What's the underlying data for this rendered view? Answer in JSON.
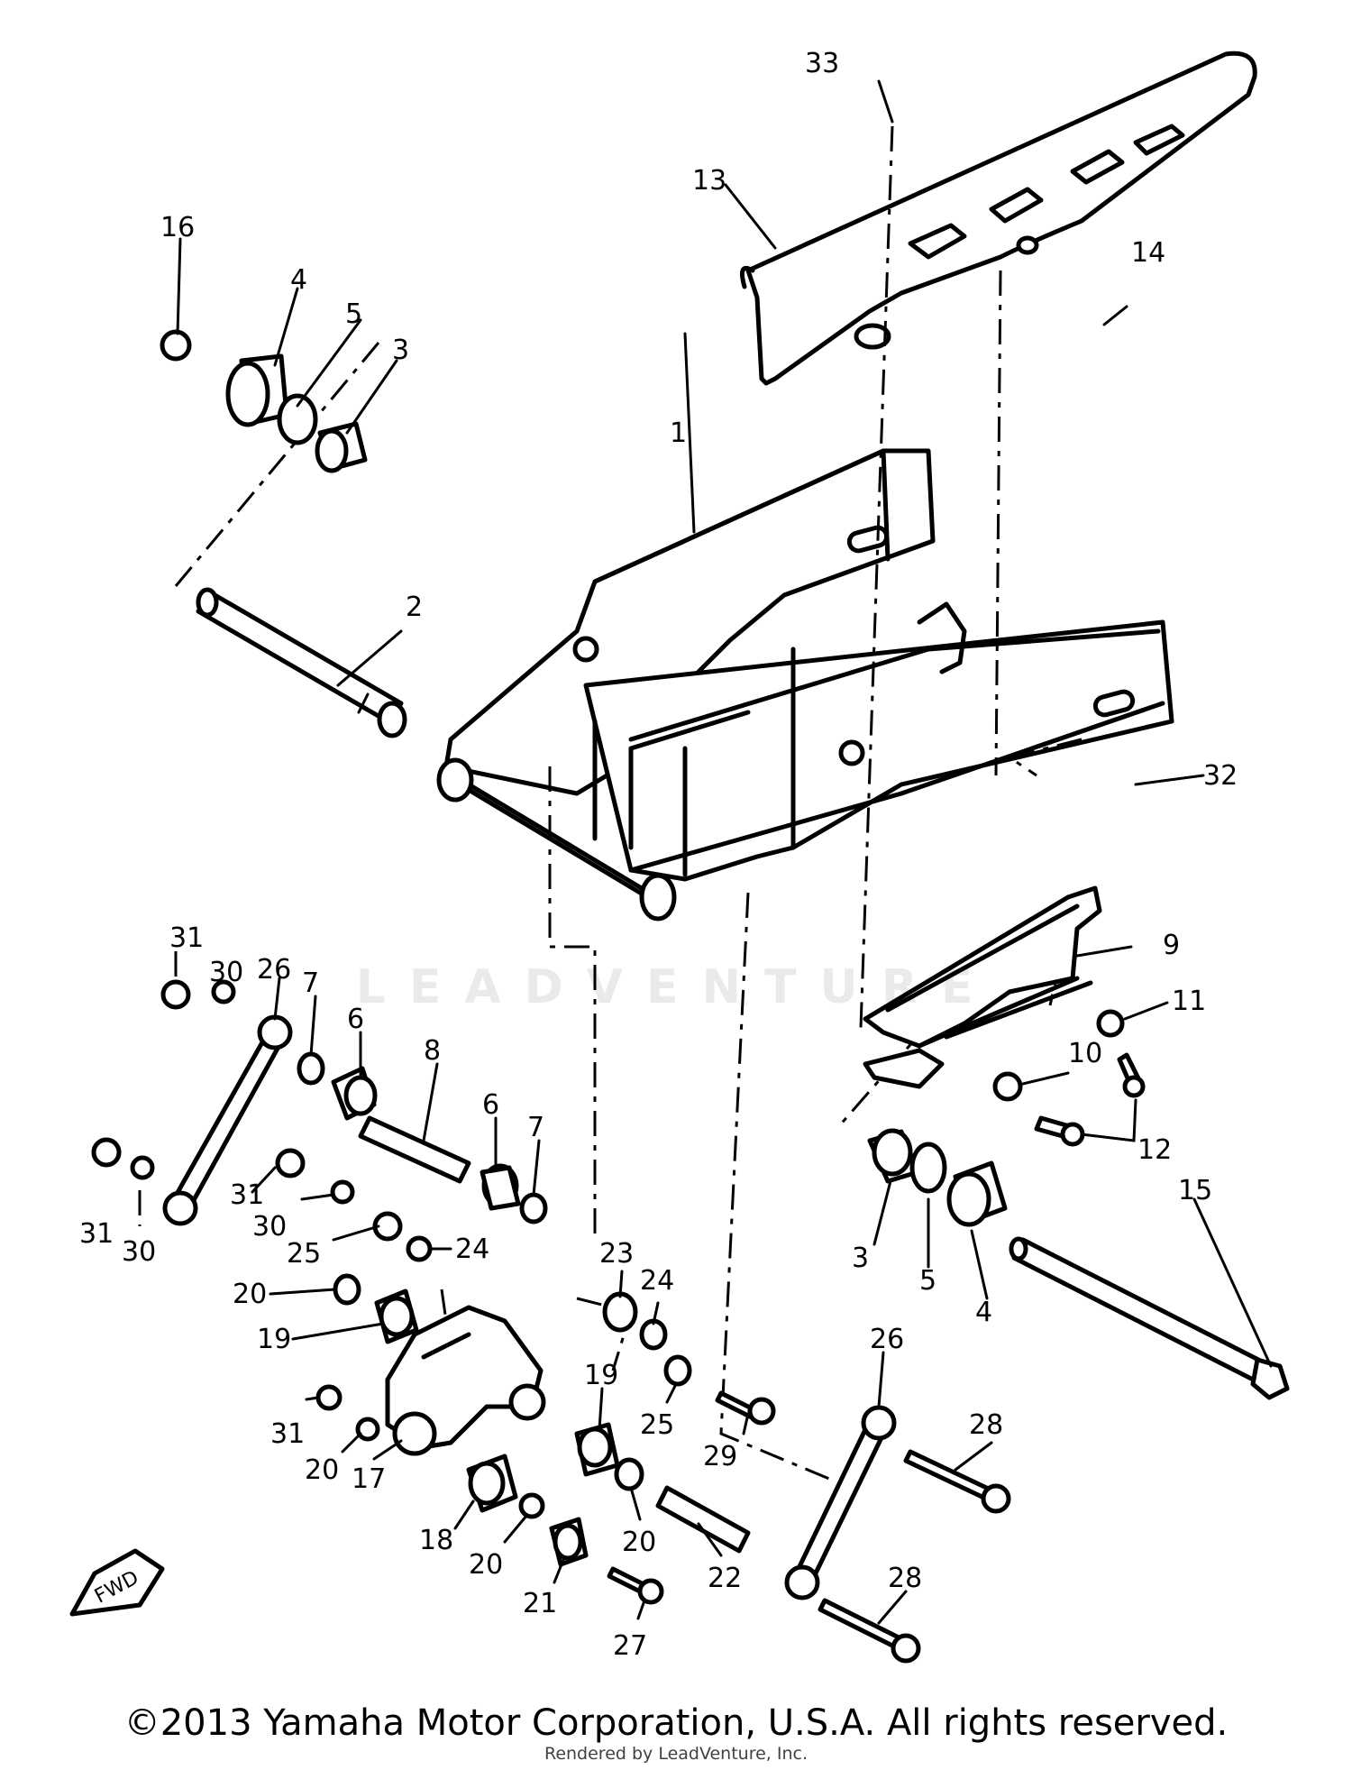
{
  "diagram": {
    "part_numbers": [
      "1",
      "2",
      "3",
      "4",
      "5",
      "6",
      "7",
      "8",
      "9",
      "10",
      "11",
      "12",
      "13",
      "14",
      "15",
      "16",
      "17",
      "18",
      "19",
      "20",
      "21",
      "22",
      "23",
      "24",
      "25",
      "26",
      "27",
      "28",
      "29",
      "30",
      "31",
      "32",
      "33"
    ],
    "direction_tag": "FWD",
    "watermark": "LEADVENTURE",
    "copyright": "©2013 Yamaha Motor Corporation, U.S.A. All rights reserved.",
    "rendered_by": "Rendered by LeadVenture, Inc."
  }
}
